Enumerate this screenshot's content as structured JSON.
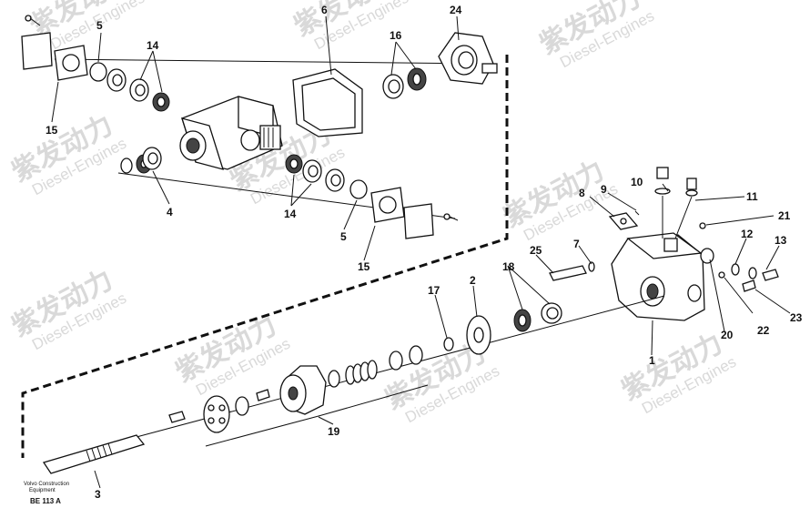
{
  "diagram": {
    "callouts": [
      {
        "id": "c5a",
        "label": "5"
      },
      {
        "id": "c6",
        "label": "6"
      },
      {
        "id": "c24",
        "label": "24"
      },
      {
        "id": "c14a",
        "label": "14"
      },
      {
        "id": "c16",
        "label": "16"
      },
      {
        "id": "c15a",
        "label": "15"
      },
      {
        "id": "c4",
        "label": "4"
      },
      {
        "id": "c14b",
        "label": "14"
      },
      {
        "id": "c5b",
        "label": "5"
      },
      {
        "id": "c15b",
        "label": "15"
      },
      {
        "id": "c10",
        "label": "10"
      },
      {
        "id": "c8",
        "label": "8"
      },
      {
        "id": "c9",
        "label": "9"
      },
      {
        "id": "c11",
        "label": "11"
      },
      {
        "id": "c21",
        "label": "21"
      },
      {
        "id": "c7",
        "label": "7"
      },
      {
        "id": "c25",
        "label": "25"
      },
      {
        "id": "c12",
        "label": "12"
      },
      {
        "id": "c13",
        "label": "13"
      },
      {
        "id": "c18",
        "label": "18"
      },
      {
        "id": "c2",
        "label": "2"
      },
      {
        "id": "c17",
        "label": "17"
      },
      {
        "id": "c22",
        "label": "22"
      },
      {
        "id": "c23",
        "label": "23"
      },
      {
        "id": "c20",
        "label": "20"
      },
      {
        "id": "c1",
        "label": "1"
      },
      {
        "id": "c19",
        "label": "19"
      },
      {
        "id": "c3",
        "label": "3"
      }
    ],
    "footer": {
      "line1": "Volvo Construction",
      "line2": "Equipment",
      "code": "BE 113 A"
    },
    "watermark": {
      "brand": "紫发动力",
      "sub": "Diesel-Engines",
      "color": "#d9d9d9"
    }
  }
}
